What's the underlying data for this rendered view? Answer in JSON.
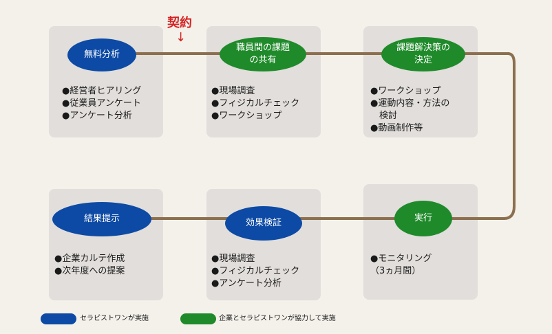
{
  "contract": {
    "label": "契約",
    "arrow": "↓"
  },
  "steps": [
    {
      "title_lines": [
        "無料分析"
      ],
      "color": "#0c4aa5",
      "bullets": [
        "●経営者ヒアリング",
        "●従業員アンケート",
        "●アンケート分析"
      ]
    },
    {
      "title_lines": [
        "職員間の課題",
        "の共有"
      ],
      "color": "#1f8a2a",
      "bullets": [
        "●現場調査",
        "●フィジカルチェック",
        "●ワークショップ"
      ]
    },
    {
      "title_lines": [
        "課題解決策の",
        "決定"
      ],
      "color": "#1f8a2a",
      "bullets": [
        "●ワークショップ",
        "●運動内容・方法の",
        "　検討",
        "●動画制作等"
      ]
    },
    {
      "title_lines": [
        "結果提示"
      ],
      "color": "#0c4aa5",
      "bullets": [
        "●企業カルテ作成",
        "●次年度への提案"
      ]
    },
    {
      "title_lines": [
        "効果検証"
      ],
      "color": "#0c4aa5",
      "bullets": [
        "●現場調査",
        "●フィジカルチェック",
        "●アンケート分析"
      ]
    },
    {
      "title_lines": [
        "実行"
      ],
      "color": "#1f8a2a",
      "bullets": [
        "●モニタリング",
        "（3ヵ月間）"
      ]
    }
  ],
  "legend": [
    {
      "color": "#0c4aa5",
      "label": "セラピストワンが実施"
    },
    {
      "color": "#1f8a2a",
      "label": "企業とセラピストワンが協力して実施"
    }
  ]
}
